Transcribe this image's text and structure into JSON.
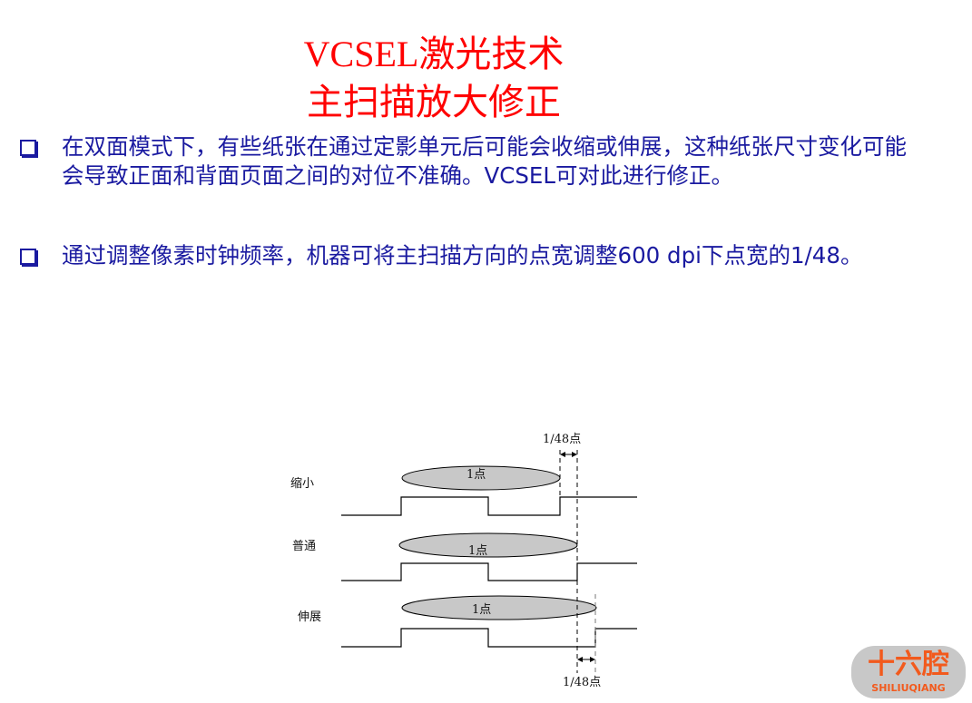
{
  "title": {
    "line1": "VCSEL激光技术",
    "line2": "主扫描放大修正"
  },
  "bullets": [
    {
      "text": "在双面模式下，有些纸张在通过定影单元后可能会收缩或伸展，这种纸张尺寸变化可能会导致正面和背面页面之间的对位不准确。VCSEL可对此进行修正。"
    },
    {
      "text": "通过调整像素时钟频率，机器可将主扫描方向的点宽调整600 dpi下点宽的1/48。"
    }
  ],
  "diagram": {
    "top_annotation": "1/48点",
    "bottom_annotation": "1/48点",
    "rows": [
      {
        "label": "缩小",
        "dot_label": "1点"
      },
      {
        "label": "普通",
        "dot_label": "1点"
      },
      {
        "label": "伸展",
        "dot_label": "1点"
      }
    ]
  },
  "logo": {
    "cn": "十六腔",
    "en": "SHILIUQIANG"
  }
}
